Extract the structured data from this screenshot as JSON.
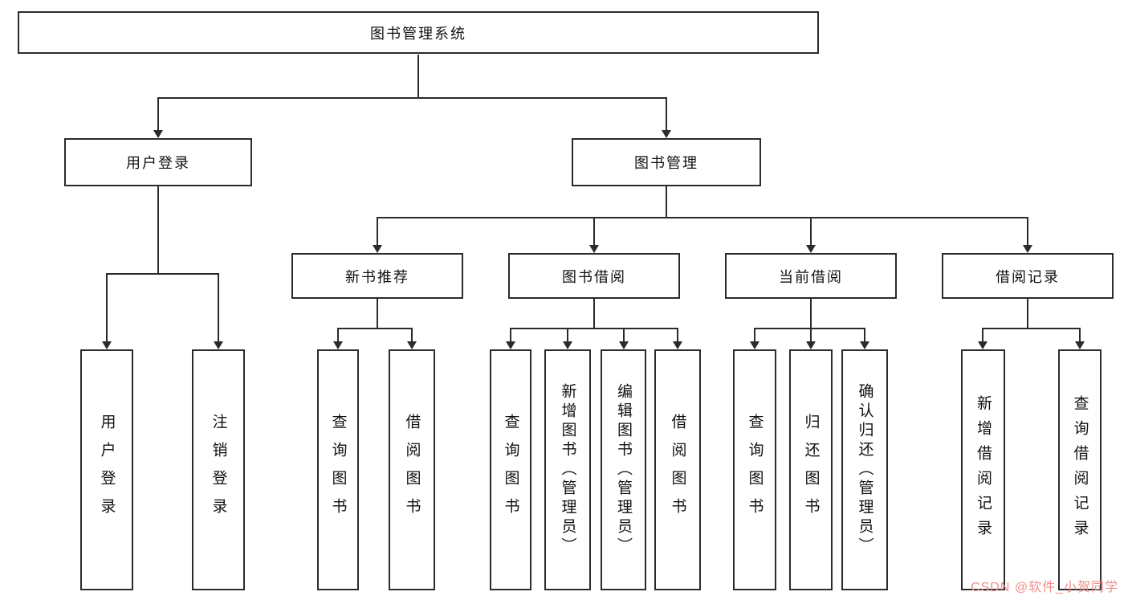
{
  "tree": {
    "root": {
      "label": "图书管理系统"
    },
    "branches": [
      {
        "label": "用户登录",
        "children": [
          {
            "label": "用户登录"
          },
          {
            "label": "注销登录"
          }
        ]
      },
      {
        "label": "图书管理",
        "children": [
          {
            "label": "新书推荐",
            "children": [
              {
                "label": "查询图书"
              },
              {
                "label": "借阅图书"
              }
            ]
          },
          {
            "label": "图书借阅",
            "children": [
              {
                "label": "查询图书"
              },
              {
                "label": "新增图书（管理员）"
              },
              {
                "label": "编辑图书（管理员）"
              },
              {
                "label": "借阅图书"
              }
            ]
          },
          {
            "label": "当前借阅",
            "children": [
              {
                "label": "查询图书"
              },
              {
                "label": "归还图书"
              },
              {
                "label": "确认归还（管理员）"
              }
            ]
          },
          {
            "label": "借阅记录",
            "children": [
              {
                "label": "新增借阅记录"
              },
              {
                "label": "查询借阅记录"
              }
            ]
          }
        ]
      }
    ]
  },
  "colors": {
    "line": "#2b2b2b",
    "watermark": "#ef8f8a"
  },
  "watermark": {
    "text": "CSDN @软件_小贺同学",
    "color": "#ef8f8a"
  }
}
